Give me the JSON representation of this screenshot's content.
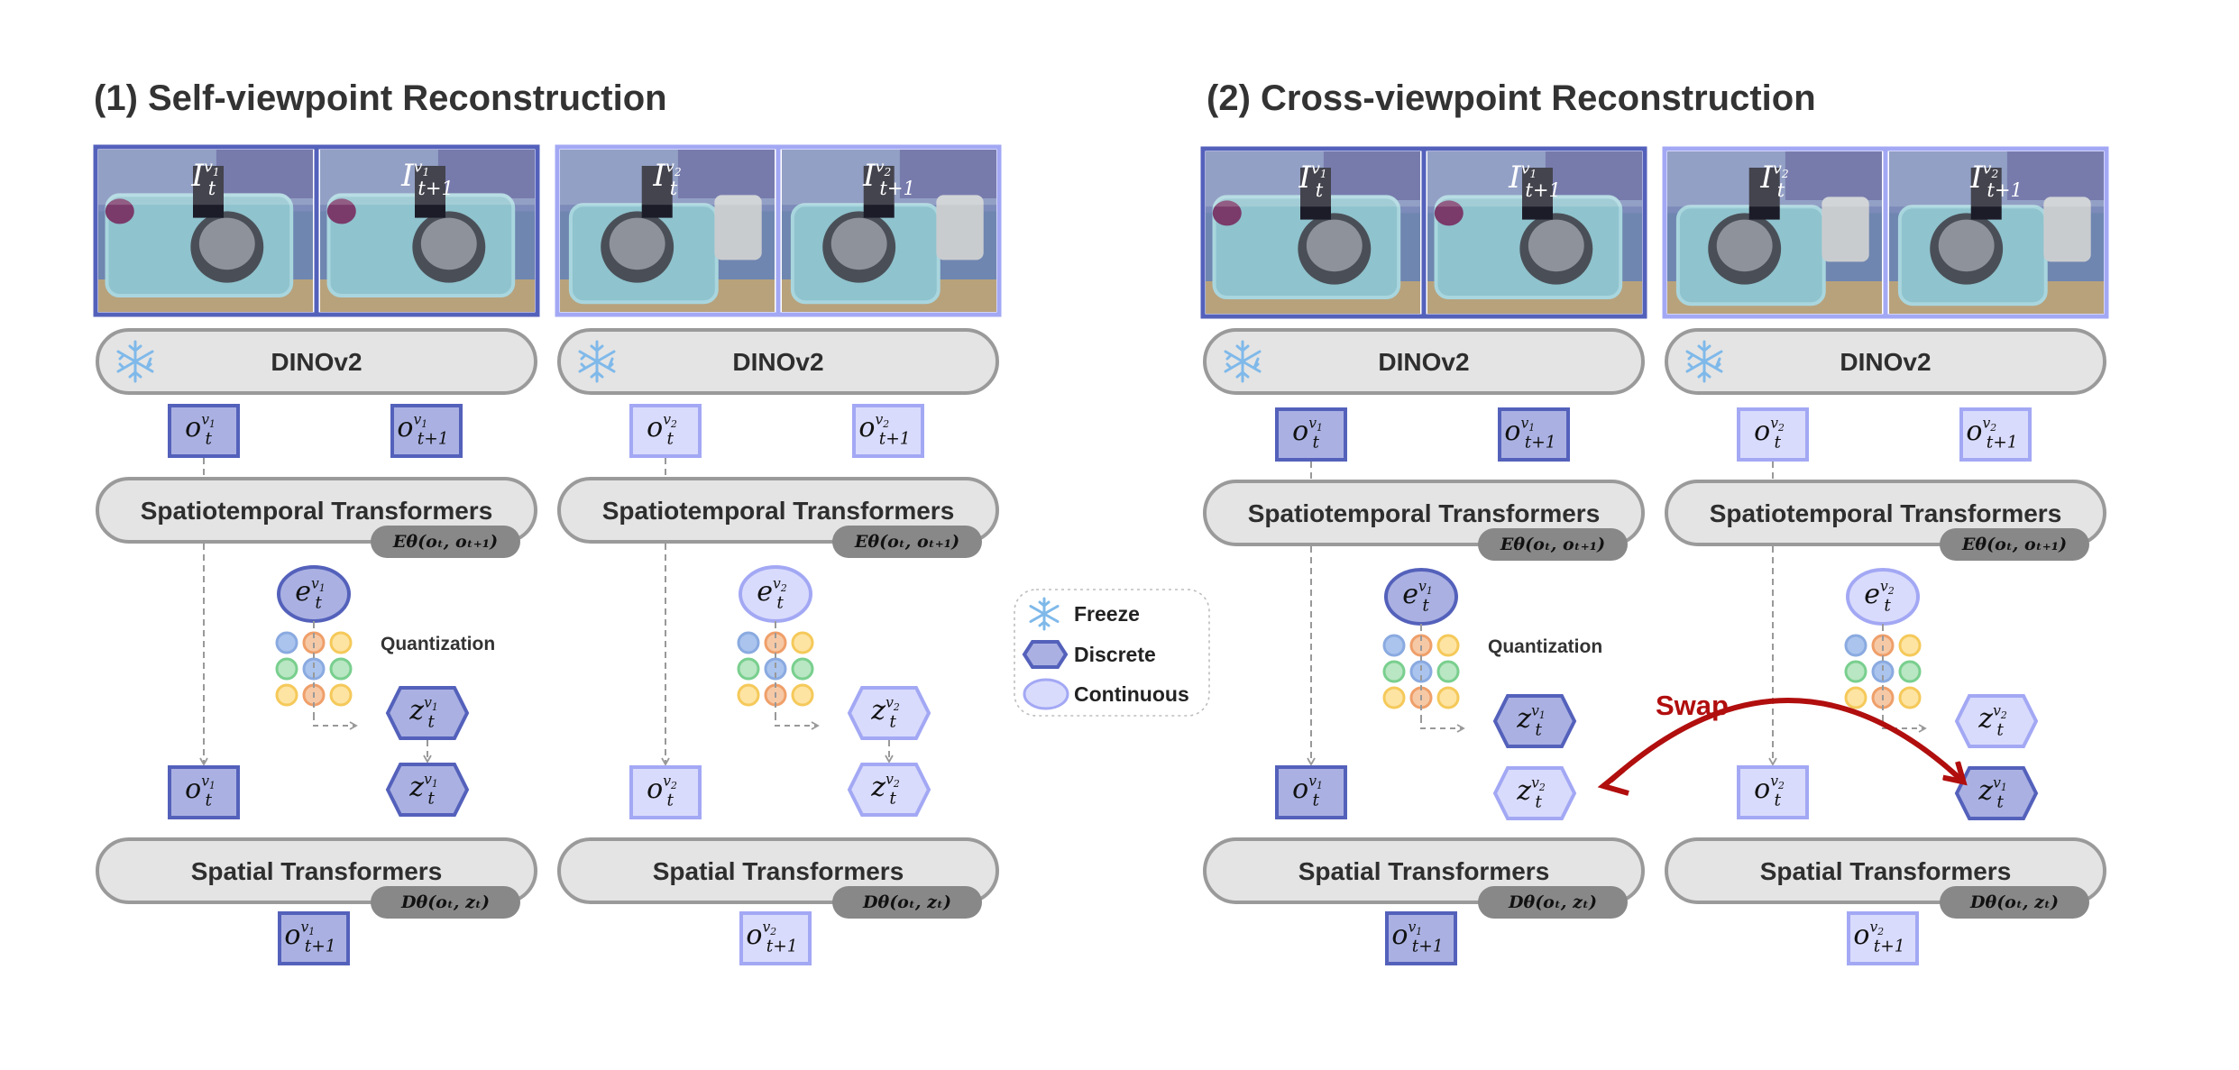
{
  "sections": [
    {
      "title": "(1) Self-viewpoint Reconstruction"
    },
    {
      "title": "(2) Cross-viewpoint Reconstruction"
    }
  ],
  "labels": {
    "encoder": "DINOv2",
    "spatiotemporal": "Spatiotemporal Transformers",
    "spatial": "Spatial Transformers",
    "encoder_fn": "E_θ(o_t, o_t+1)",
    "decoder_fn": "D_θ(o_t, z_t)",
    "quantization": "Quantization",
    "swap": "Swap"
  },
  "legend": {
    "freeze": "Freeze",
    "discrete": "Discrete",
    "continuous": "Continuous"
  },
  "symbols": {
    "image": "I",
    "obs": "o",
    "latent": "e",
    "code": "z",
    "view1": "v1",
    "view2": "v2",
    "t": "t",
    "t1": "t+1"
  },
  "colors": {
    "view1_fill": "#aab1e2",
    "view1_stroke": "#5461bb",
    "view2_fill": "#d9dbfc",
    "view2_stroke": "#a3a8f4",
    "pill_fill": "#e4e4e4",
    "pill_stroke": "#9a9a9a",
    "tag_fill": "#888888",
    "swap": "#b10e0e"
  }
}
